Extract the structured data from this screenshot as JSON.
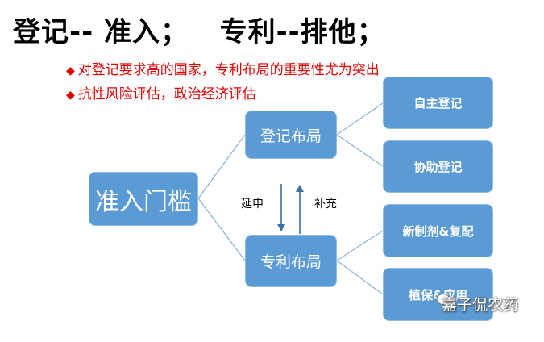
{
  "title": "登记-- 准入；   专利--排他；",
  "bullets": [
    "对登记要求高的国家，专利布局的重要性尤为突出",
    "抗性风险评估，政治经济评估"
  ],
  "bullet_marker": "◆",
  "nodes": {
    "root": "准入门槛",
    "registration": "登记布局",
    "patent": "专利布局",
    "self_reg": "自主登记",
    "assist_reg": "协助登记",
    "new_formulation": "新制剂&复配",
    "crop_protection": "植保&应用"
  },
  "arrows": {
    "down": "延申",
    "up": "补充"
  },
  "watermark": "嘉子侃农药",
  "colors": {
    "box": "#5b9bd5",
    "bullet": "#e00000"
  }
}
